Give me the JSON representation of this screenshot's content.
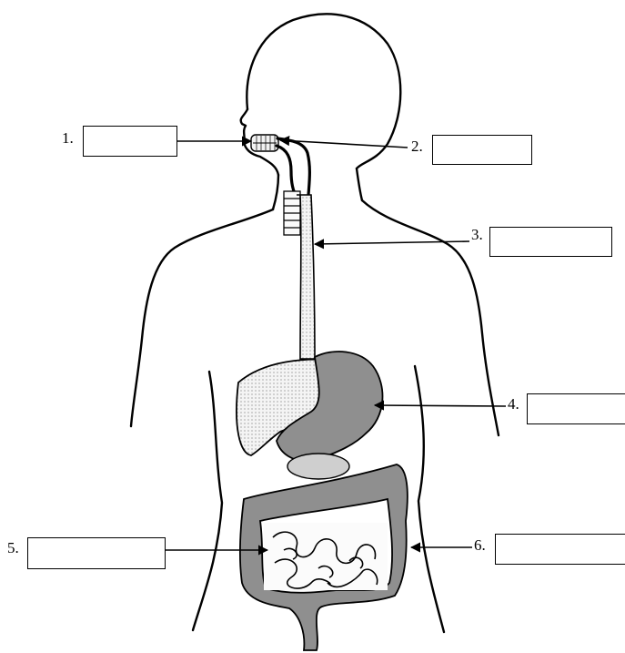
{
  "labels": [
    {
      "number": "1.",
      "answer": ""
    },
    {
      "number": "2.",
      "answer": ""
    },
    {
      "number": "3.",
      "answer": ""
    },
    {
      "number": "4.",
      "answer": ""
    },
    {
      "number": "5.",
      "answer": ""
    },
    {
      "number": "6.",
      "answer": ""
    }
  ],
  "colors": {
    "line": "#000000",
    "organ_fill": "#8f8f8f",
    "liver_fill": "#ececec",
    "paper": "#ffffff"
  }
}
